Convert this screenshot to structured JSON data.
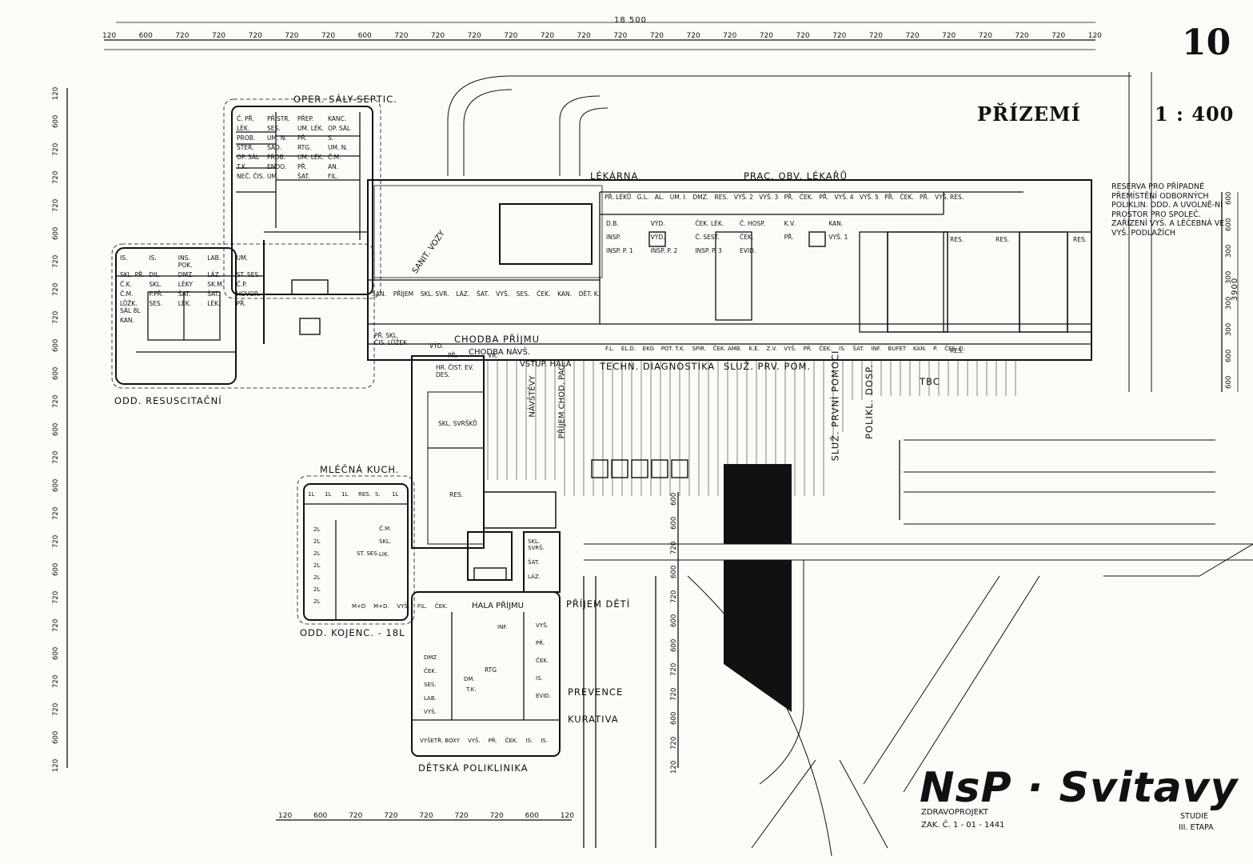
{
  "sheet": {
    "number": "10",
    "floor_title": "PŘÍZEMÍ",
    "scale": "1 : 400",
    "project_name": "NsP · Svitavy",
    "company": "ZDRAVOPROJEKT",
    "order_number": "ZAK. Č. 1 - 01 - 1441",
    "study": "STUDIE",
    "stage": "III. ETAPA"
  },
  "dimensions": {
    "total_top": "18 500",
    "top_modules": [
      "120",
      "600",
      "720",
      "720",
      "720",
      "720",
      "720",
      "600",
      "720",
      "720",
      "720",
      "720",
      "720",
      "720",
      "720",
      "720",
      "720",
      "720",
      "720",
      "720",
      "720",
      "720",
      "720",
      "720",
      "720",
      "720",
      "720",
      "120"
    ],
    "left_modules": [
      "120",
      "600",
      "720",
      "720",
      "720",
      "600",
      "720",
      "720",
      "720",
      "600",
      "600",
      "720",
      "600",
      "720",
      "600",
      "720",
      "720",
      "600",
      "720",
      "720",
      "600",
      "720",
      "720",
      "600",
      "120"
    ],
    "right_modules": [
      "600",
      "600",
      "300",
      "300",
      "300",
      "300",
      "600",
      "600"
    ],
    "right_total": "3900",
    "bottom_modules": [
      "120",
      "600",
      "720",
      "720",
      "720",
      "720",
      "720",
      "600",
      "120"
    ],
    "road_modules": [
      "600",
      "600",
      "720",
      "600",
      "720",
      "600",
      "600",
      "720",
      "720",
      "600",
      "720",
      "120"
    ]
  },
  "departments": {
    "operating": "OPER. SÁLY-SEPTIC.",
    "resuscitation": "ODD. RESUSCITAČNÍ",
    "pharmacy": "LÉKÁRNA",
    "general_practice": "PRAC. OBV. LÉKAŘŮ",
    "reception_corridor": "CHODBA PŘÍJMU",
    "corridor_ns": "CHODBA NÁVŠ.",
    "entrance_hall": "VSTUP. HALA",
    "technical_diagnostics": "TECHN. DIAGNOSTIKA",
    "first_aid_service": "SLUŽ. PRV. POM.",
    "first_aid_vertical": "SLUŽ. PRVNÍ POMOCI",
    "adult_clinic": "POLIKL. DOSP.",
    "tbc": "TBC",
    "milk_kitchen": "MLÉČNÁ KUCH.",
    "infant_ward": "ODD. KOJENC. - 18L",
    "children_reception": "PŘÍJEM DĚTÍ",
    "prevention": "PREVENCE",
    "curative": "KURATIVA",
    "children_clinic": "DĚTSKÁ POLIKLINIKA",
    "visits": "NÁVŠTĚVY",
    "patient_reception": "PŘÍJEM CHOD. PAC.",
    "sanit_vozy": "SANIT. VOZY",
    "hala_prijmu": "HALA PŘÍJMU"
  },
  "reserve_note": "RESERVA PRO PŘÍPADNÉ PŘEMÍSTĚNÍ ODBORNÝCH POLIKLIN. ODD. A UVOLNĚ-NÍ PROSTOR PRO SPOLEČ. ZAŘÍZENÍ VYŠ. A LÉČEBNÁ VE VYŠ. PODLAŽÍCH",
  "rooms": {
    "operating": [
      "Č. PŘ.",
      "PŘÍSTR.",
      "PŘEP.",
      "KANC.",
      "LÉK.",
      "SES.",
      "UM. LÉK.",
      "OP. SÁL",
      "PROB.",
      "UM. N.",
      "PŘ.",
      "S.",
      "STER.",
      "ŠAD.",
      "RTG.",
      "UM. N.",
      "OP. SÁL",
      "PROB.",
      "UM. LÉK.",
      "Č.M.",
      "T.K.",
      "ENDO.",
      "PŘ.",
      "AN.",
      "NEČ. ČIS.",
      "UM.",
      "ŠAT.",
      "FIL."
    ],
    "resuscitation": [
      "IS.",
      "IS.",
      "INS. POK.",
      "LAB.",
      "UM.",
      "SKL. PŘ.",
      "DIL.",
      "DMZ.",
      "LÁZ.",
      "ST. SES.",
      "Č.K.",
      "SKL.",
      "LÉKY",
      "SK.M.",
      "Č.P.",
      "Č.M.",
      "P.PŘ.",
      "ŠAT.",
      "ŠAT.",
      "HOVOR.",
      "LŮŽK. SÁL 8L",
      "SES.",
      "LÉK.",
      "LÉK.",
      "PŘ.",
      "KAN."
    ],
    "pharmacy_row": [
      "PŘ. LÉKŮ",
      "G.L.",
      "AL.",
      "UM. I.",
      "DMZ.",
      "RES.",
      "VYŠ. 2",
      "VYŠ. 3",
      "PŘ.",
      "ČEK.",
      "PŘ.",
      "VYŠ. 4",
      "VYŠ. 5",
      "PŘ.",
      "ČEK.",
      "PŘ.",
      "VYŠ.",
      "RES."
    ],
    "pharmacy_core": [
      "D.B.",
      "VÝD.",
      "ČEK. LÉK.",
      "Č. HOSP.",
      "K.V.",
      "KAN.",
      "INSP.",
      "VÝD.",
      "Č. SEST.",
      "ČEK.",
      "PŘ.",
      "VYŠ. 1",
      "INSP. P. 1",
      "INSP. P. 2",
      "INSP. P. 3",
      "EVID."
    ],
    "reception_row": [
      "SAN.",
      "PŘÍJEM",
      "SKL. SVR.",
      "LÁZ.",
      "ŠAT.",
      "VYŠ.",
      "SES.",
      "ČEK.",
      "KAN.",
      "DĚT. K.",
      "PŘ. SKL. ČIS. LŮŽEK",
      "VÝD.",
      "PŘ.",
      "VR."
    ],
    "diagnostics_row": [
      "F.L.",
      "EL.D.",
      "EKG",
      "POT. T.K.",
      "SPIR.",
      "ČEK. AMB.",
      "K.E.",
      "Z.V.",
      "VYŠ.",
      "PŘ.",
      "ČEK.",
      "IS.",
      "ŠAT.",
      "INF.",
      "BUFET",
      "KAN.",
      "P.",
      "ČES. D.",
      "RES."
    ],
    "store": [
      "HR. ČIST. EV. DES.",
      "SKL. SVRŠKŮ",
      "RES."
    ],
    "milk_kitchen": [
      "1L",
      "1L",
      "1L",
      "RES.",
      "S.",
      "1L",
      "2L",
      "2L",
      "2L",
      "2L",
      "2L",
      "2L",
      "2L",
      "ST. SES.",
      "Č.M.",
      "SKL.",
      "LIK.",
      "M+D",
      "M+D.",
      "VYŠ.",
      "FIL.",
      "ČEK.",
      "ŠAT.",
      "LÁZ.",
      "SKL. SVRŠ."
    ],
    "children": [
      "DMZ",
      "ČEK.",
      "SES.",
      "LAB.",
      "VYŠ.",
      "VYŠETŘ. BOXY",
      "VYŠ.",
      "PŘ.",
      "ČEK.",
      "IS.",
      "IS.",
      "RTG",
      "T.K.",
      "DM.",
      "INF.",
      "VYŠ.",
      "PŘ.",
      "ČEK.",
      "IS.",
      "EVID."
    ]
  },
  "colors": {
    "ink": "#111111",
    "paper": "#fbfbf8",
    "hatch": "#444444"
  }
}
